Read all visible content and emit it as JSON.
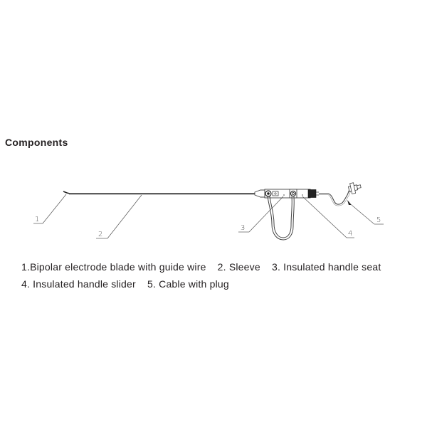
{
  "heading": "Components",
  "callouts": [
    {
      "number": "1"
    },
    {
      "number": "2"
    },
    {
      "number": "3"
    },
    {
      "number": "4"
    },
    {
      "number": "5"
    }
  ],
  "legend": {
    "rows": [
      [
        {
          "text": "1.Bipolar electrode blade with guide wire"
        },
        {
          "text": "2. Sleeve"
        },
        {
          "text": "3. Insulated handle seat"
        }
      ],
      [
        {
          "text": "4. Insulated handle slider"
        },
        {
          "text": "5. Cable with plug"
        }
      ]
    ]
  },
  "colors": {
    "line": "#555555",
    "text": "#231f20",
    "dark_fill": "#222222"
  }
}
